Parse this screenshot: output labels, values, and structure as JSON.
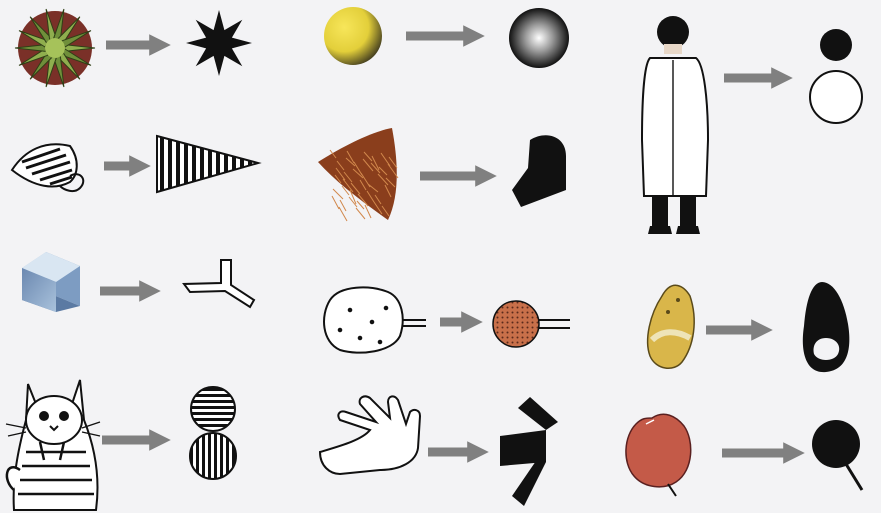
{
  "figure": {
    "columns": 3,
    "rows": 4,
    "colors": {
      "background": "#f3f3f5",
      "ink": "#111111",
      "arrow": "#808080",
      "succulent_green": "#6f8f3a",
      "succulent_red": "#a23a2a",
      "ball_yellow": "#e3cf3a",
      "brush_brown": "#8a3e1c",
      "cube_blue": "#9fbad6",
      "potato_yellow": "#d9b64a",
      "apple_red": "#c45a48",
      "dot_orange": "#c8704a"
    },
    "pairs": [
      {
        "id": "succulent",
        "source_icon": "succulent-icon",
        "abstract_icon": "eight-point-star-icon"
      },
      {
        "id": "striped-leaf",
        "source_icon": "striped-leaf-icon",
        "abstract_icon": "striped-triangle-icon"
      },
      {
        "id": "cube",
        "source_icon": "cube-icon",
        "abstract_icon": "t-shape-icon"
      },
      {
        "id": "cat",
        "source_icon": "cat-icon",
        "abstract_icon": "striped-circles-icon"
      },
      {
        "id": "ball",
        "source_icon": "yellow-ball-icon",
        "abstract_icon": "radial-gradient-circle-icon"
      },
      {
        "id": "brush",
        "source_icon": "brush-icon",
        "abstract_icon": "rounded-black-shape-icon"
      },
      {
        "id": "cotton",
        "source_icon": "cotton-swab-icon",
        "abstract_icon": "dotted-circle-stick-icon"
      },
      {
        "id": "hand",
        "source_icon": "hand-icon",
        "abstract_icon": "bent-bars-icon"
      },
      {
        "id": "person",
        "source_icon": "person-in-coat-icon",
        "abstract_icon": "two-circles-icon"
      },
      {
        "id": "potato",
        "source_icon": "sweet-potato-icon",
        "abstract_icon": "ring-shape-icon"
      },
      {
        "id": "apple",
        "source_icon": "apple-icon",
        "abstract_icon": "lollipop-icon"
      }
    ]
  }
}
